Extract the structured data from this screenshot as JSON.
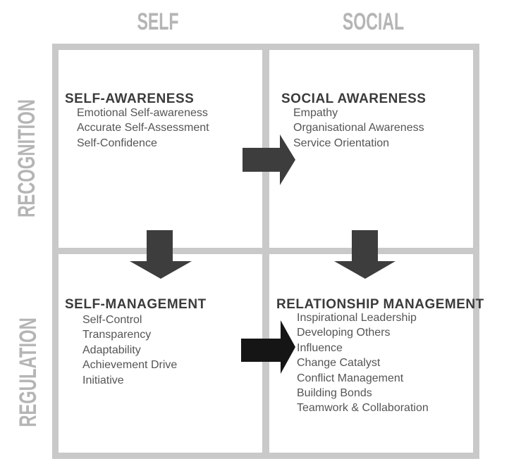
{
  "diagram": {
    "title_implicit": "Emotional Intelligence Competencies Matrix",
    "column_headers": {
      "self": "SELF",
      "social": "SOCIAL"
    },
    "row_headers": {
      "recognition": "RECOGNITION",
      "regulation": "REGULATION"
    },
    "quadrants": {
      "self_awareness": {
        "title": "SELF-AWARENESS",
        "items": [
          "Emotional Self-awareness",
          "Accurate Self-Assessment",
          "Self-Confidence"
        ]
      },
      "social_awareness": {
        "title": "SOCIAL AWARENESS",
        "items": [
          "Empathy",
          "Organisational Awareness",
          "Service Orientation"
        ]
      },
      "self_management": {
        "title": "SELF-MANAGEMENT",
        "items": [
          "Self-Control",
          "Transparency",
          "Adaptability",
          "Achievement Drive",
          "Initiative"
        ]
      },
      "relationship_management": {
        "title": "RELATIONSHIP MANAGEMENT",
        "items": [
          "Inspirational Leadership",
          "Developing Others",
          "Influence",
          "Change Catalyst",
          "Conflict Management",
          "Building Bonds",
          "Teamwork & Collaboration"
        ]
      }
    },
    "arrows": [
      {
        "name": "self-awareness-to-social-awareness",
        "direction": "right",
        "color": "#3d3d3d"
      },
      {
        "name": "self-awareness-to-self-management",
        "direction": "down",
        "color": "#3d3d3d"
      },
      {
        "name": "social-awareness-to-relationship-management",
        "direction": "down",
        "color": "#3d3d3d"
      },
      {
        "name": "self-management-to-relationship-management",
        "direction": "right",
        "color": "#151515"
      }
    ],
    "colors": {
      "grid_line": "#c9c9c9",
      "axis_label": "#b5b5b5",
      "quadrant_title": "#3b3b3b",
      "item_text": "#555555",
      "arrow_gray": "#3d3d3d",
      "arrow_black": "#151515",
      "background": "#ffffff"
    }
  }
}
